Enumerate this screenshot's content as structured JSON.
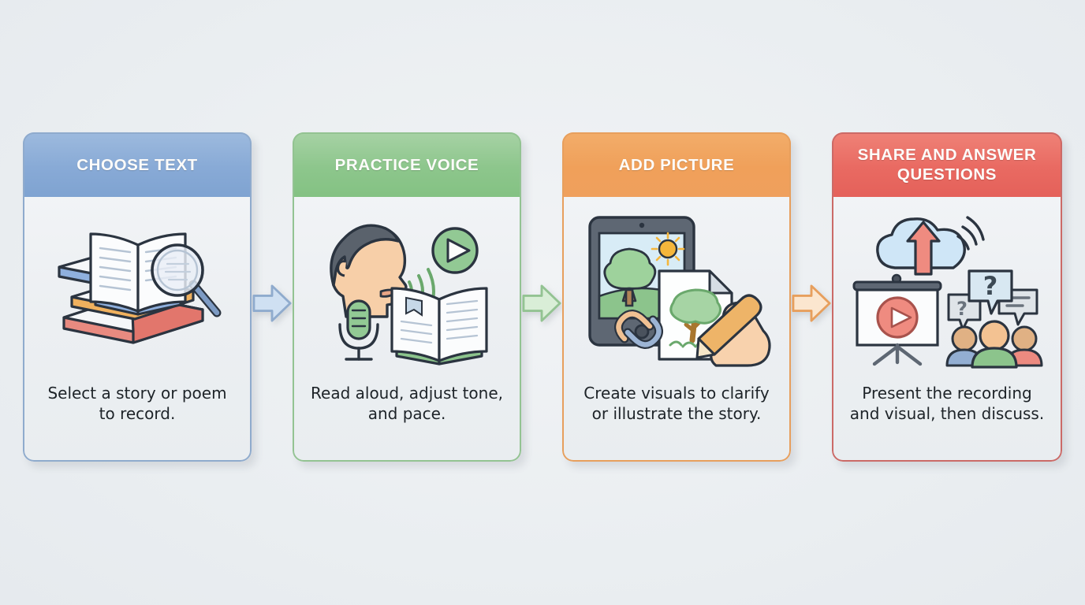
{
  "diagram": {
    "background_color": "#eceff1",
    "type": "process-flow",
    "step_count": 4,
    "steps": [
      {
        "id": "choose-text",
        "title": "CHOOSE TEXT",
        "caption": "Select a story or poem to record.",
        "accent_color": "#88aad6",
        "border_color": "#8fabcd",
        "icons": [
          "book-stack-icon",
          "open-book-icon",
          "magnifying-glass-icon"
        ]
      },
      {
        "id": "practice-voice",
        "title": "PRACTICE VOICE",
        "caption": "Read aloud, adjust tone, and pace.",
        "accent_color": "#8dc68c",
        "border_color": "#93c392",
        "icons": [
          "speaking-head-icon",
          "sound-waves-icon",
          "play-button-icon",
          "microphone-icon",
          "open-book-icon"
        ]
      },
      {
        "id": "add-picture",
        "title": "ADD PICTURE",
        "caption": "Create visuals to clarify or illustrate the story.",
        "accent_color": "#f0a05a",
        "border_color": "#e79f5d",
        "icons": [
          "tablet-icon",
          "tree-landscape-icon",
          "sun-icon",
          "link-chain-icon",
          "drawing-hand-icon",
          "pencil-icon",
          "paper-sheet-icon"
        ]
      },
      {
        "id": "share-and-answer-questions",
        "title": "SHARE AND ANSWER QUESTIONS",
        "caption": "Present the recording and visual, then discuss.",
        "accent_color": "#e96a62",
        "border_color": "#cb6a67",
        "icons": [
          "cloud-upload-icon",
          "wifi-signal-icon",
          "presentation-screen-icon",
          "play-button-icon",
          "question-bubble-icon",
          "people-group-icon"
        ]
      }
    ],
    "connectors": [
      {
        "id": "arrow-1",
        "from": "choose-text",
        "to": "practice-voice",
        "color": "#c8dcf0",
        "stroke": "#8fabcd",
        "glyph": "arrow-right-icon"
      },
      {
        "id": "arrow-2",
        "from": "practice-voice",
        "to": "add-picture",
        "color": "#d4ecd2",
        "stroke": "#93c392",
        "glyph": "arrow-right-icon"
      },
      {
        "id": "arrow-3",
        "from": "add-picture",
        "to": "share-and-answer-questions",
        "color": "#fbe6cf",
        "stroke": "#e79f5d",
        "glyph": "arrow-right-icon"
      }
    ]
  }
}
